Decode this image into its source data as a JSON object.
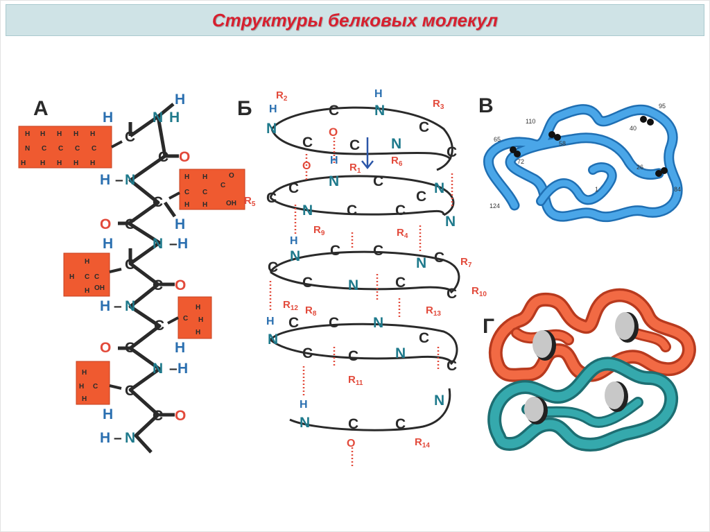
{
  "title": "Структуры белковых молекул",
  "panels": {
    "a": {
      "label": "А"
    },
    "b": {
      "label": "Б"
    },
    "v": {
      "label": "В"
    },
    "g": {
      "label": "Г"
    }
  },
  "panel_v_numbers": [
    "110",
    "95",
    "65",
    "58",
    "40",
    "72",
    "26",
    "1",
    "84",
    "124"
  ],
  "colors": {
    "title": "#d7202f",
    "title_bar": "#cfe3e6",
    "nitrogen": "#1f7a8c",
    "hydrogen": "#2a6fb0",
    "oxygen": "#e24a3b",
    "carbon": "#222222",
    "side_chain_box": "#ef5a30",
    "tertiary_chain": "#3a8fd6",
    "quaternary_red": "#ee5a32",
    "quaternary_teal": "#2f9da0"
  }
}
